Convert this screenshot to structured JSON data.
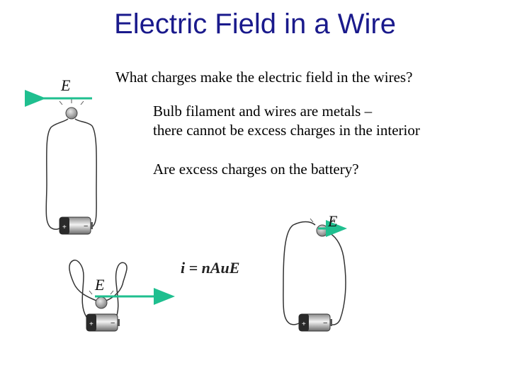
{
  "slide": {
    "title": "Electric Field in a Wire",
    "question": "What charges make the electric field in the wires?",
    "statement_line1": "Bulb filament and wires are metals –",
    "statement_line2": "there cannot be excess charges in the interior",
    "question2": "Are excess charges on the battery?",
    "equation": "i = nAuE",
    "field_label": "E",
    "battery_plus": "+",
    "battery_minus": "−",
    "colors": {
      "title": "#1a1a8c",
      "arrow": "#1fbf8f"
    }
  }
}
